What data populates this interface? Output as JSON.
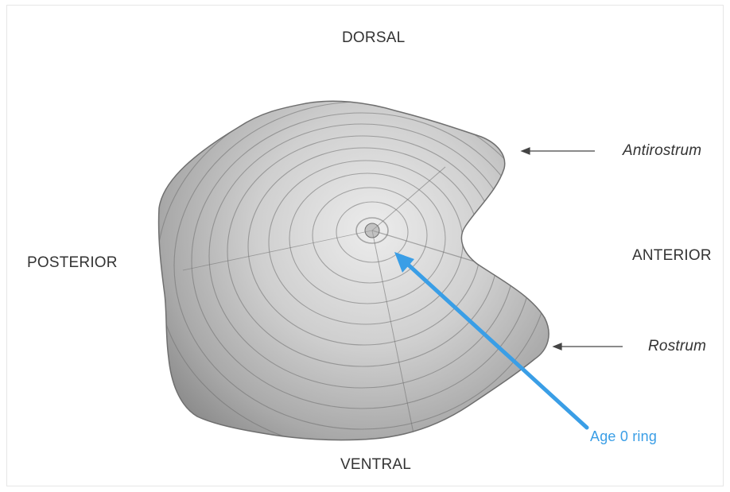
{
  "orientation": {
    "dorsal": "DORSAL",
    "ventral": "VENTRAL",
    "posterior": "POSTERIOR",
    "anterior": "ANTERIOR"
  },
  "structures": {
    "antirostrum": "Antirostrum",
    "rostrum": "Rostrum"
  },
  "annotation": {
    "age0_ring": "Age 0 ring",
    "color": "#3a9ee6"
  },
  "colors": {
    "label_text": "#333333",
    "pointer_line": "#444444",
    "otolith_light": "#e4e4e4",
    "otolith_dark": "#7a7a7a"
  }
}
